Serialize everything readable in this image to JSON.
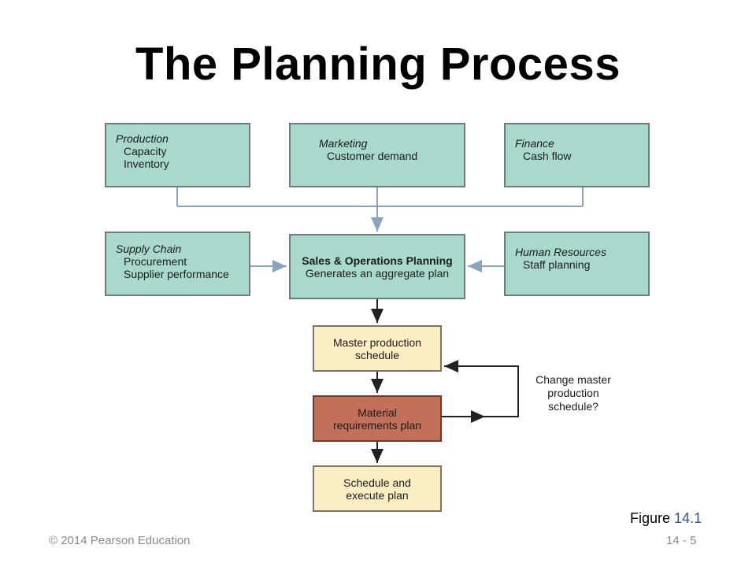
{
  "title": "The Planning Process",
  "boxes": {
    "production": {
      "heading": "Production",
      "lines": [
        "Capacity",
        "Inventory"
      ]
    },
    "marketing": {
      "heading": "Marketing",
      "lines": [
        "Customer demand"
      ]
    },
    "finance": {
      "heading": "Finance",
      "lines": [
        "Cash flow"
      ]
    },
    "supply_chain": {
      "heading": "Supply Chain",
      "lines": [
        "Procurement",
        "Supplier performance"
      ]
    },
    "sop": {
      "heading": "Sales & Operations Planning",
      "lines": [
        "Generates an aggregate plan"
      ]
    },
    "human_resources": {
      "heading": "Human Resources",
      "lines": [
        "Staff planning"
      ]
    },
    "mps": {
      "lines": [
        "Master production",
        "schedule"
      ]
    },
    "mrp": {
      "lines": [
        "Material",
        "requirements plan"
      ]
    },
    "execute": {
      "lines": [
        "Schedule and",
        "execute plan"
      ]
    }
  },
  "feedback_note": [
    "Change master",
    "production",
    "schedule?"
  ],
  "figure": {
    "label": "Figure",
    "number": "14.1"
  },
  "footer": {
    "copyright": "© 2014 Pearson Education",
    "page": "14 - 5"
  },
  "colors": {
    "teal": "#a9d9cd",
    "cream": "#fbeec2",
    "brick": "#c3705a",
    "connector": "#8aa4c0"
  }
}
